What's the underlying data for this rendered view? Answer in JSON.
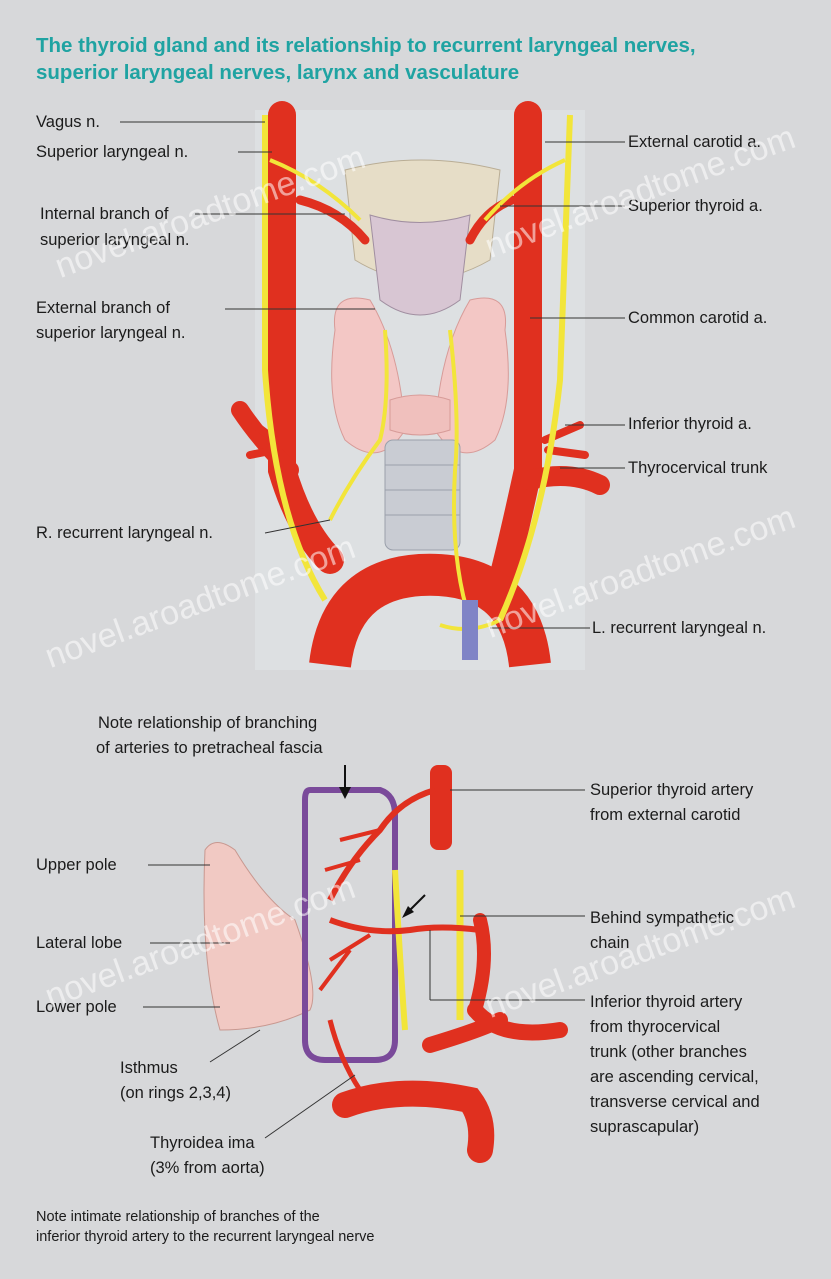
{
  "title": {
    "line1": "The thyroid gland and its relationship to recurrent laryngeal nerves,",
    "line2": "superior laryngeal nerves, larynx and vasculature"
  },
  "upper_labels": {
    "vagus": "Vagus n.",
    "superior_laryngeal": "Superior laryngeal n.",
    "internal_branch_1": "Internal branch of",
    "internal_branch_2": "superior laryngeal n.",
    "external_branch_1": "External branch of",
    "external_branch_2": "superior laryngeal n.",
    "r_recurrent": "R. recurrent laryngeal n.",
    "external_carotid": "External carotid a.",
    "superior_thyroid": "Superior thyroid a.",
    "common_carotid": "Common carotid a.",
    "inferior_thyroid": "Inferior thyroid a.",
    "thyrocervical": "Thyrocervical trunk",
    "l_recurrent": "L. recurrent laryngeal n."
  },
  "lower_labels": {
    "note_top_1": "Note relationship of branching",
    "note_top_2": "of arteries to pretracheal fascia",
    "upper_pole": "Upper pole",
    "lateral_lobe": "Lateral lobe",
    "lower_pole": "Lower pole",
    "isthmus_1": "Isthmus",
    "isthmus_2": "(on rings 2,3,4)",
    "thyroidea_1": "Thyroidea ima",
    "thyroidea_2": "(3% from aorta)",
    "sup_thyroid_artery_1": "Superior thyroid artery",
    "sup_thyroid_artery_2": "from external carotid",
    "behind_1": "Behind sympathetic",
    "behind_2": "chain",
    "inf_thyroid_1": "Inferior thyroid artery",
    "inf_thyroid_2": "from thyrocervical",
    "inf_thyroid_3": "trunk (other branches",
    "inf_thyroid_4": "are ascending cervical,",
    "inf_thyroid_5": "transverse cervical and",
    "inf_thyroid_6": "suprascapular)"
  },
  "bottom_note": {
    "line1": "Note intimate relationship of branches of the",
    "line2": "inferior thyroid artery to the recurrent laryngeal nerve"
  },
  "watermark": "novel.aroadtome.com",
  "colors": {
    "title": "#1fa3a2",
    "artery": "#e0301f",
    "nerve": "#f2e53a",
    "gland": "#f1c9c3",
    "fascia": "#7a4a9a",
    "background": "#d7d8da"
  }
}
